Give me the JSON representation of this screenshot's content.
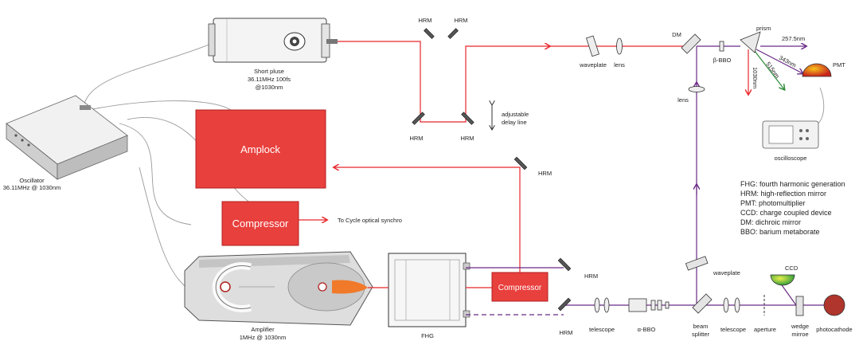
{
  "colors": {
    "red_beam": "#e8262b",
    "purple_beam": "#6a2a86",
    "green_beam": "#2e8b3a",
    "box_fill": "#e8403d",
    "box_stroke": "#b02020"
  },
  "devices": {
    "oscillator": [
      "Oscillator",
      "36.11MHz @ 1030nm"
    ],
    "short_pulse": [
      "Short pluse",
      "36.11MHz 100fs",
      "@1030nm"
    ],
    "amplifier": [
      "Amplifier",
      "1MHz @ 1030nm"
    ],
    "fhg": "FHG",
    "oscilloscope": "oscilloscope",
    "pmt": "PMT",
    "ccd": "CCD",
    "photocathode": "photocathode"
  },
  "boxes": {
    "amplock": "Amplock",
    "compressor_1": "Compressor",
    "compressor_2": "Compressor"
  },
  "labels": {
    "hrm": "HRM",
    "waveplate": "waveplate",
    "lens": "lens",
    "dm": "DM",
    "prism": "prism",
    "bbo": "β-BBO",
    "alpha_bbo": "α-BBO",
    "w2575": "257.5nm",
    "w343": "343nm",
    "w515": "515nm",
    "w1030": "1030nm",
    "delay": [
      "adjustable",
      "delay line"
    ],
    "cycle": "To Cycle optical synchro",
    "telescope": "telescope",
    "beam_splitter": [
      "beam",
      "splitter"
    ],
    "aperture": "aperture",
    "wedge": [
      "wedge",
      "mirroe"
    ]
  },
  "legend": [
    "FHG: fourth harmonic generation",
    "HRM: high-reflection mirror",
    "PMT: photomultiplier",
    "CCD: charge coupled device",
    "DM: dichroic mirror",
    "BBO: barium metaborate"
  ]
}
